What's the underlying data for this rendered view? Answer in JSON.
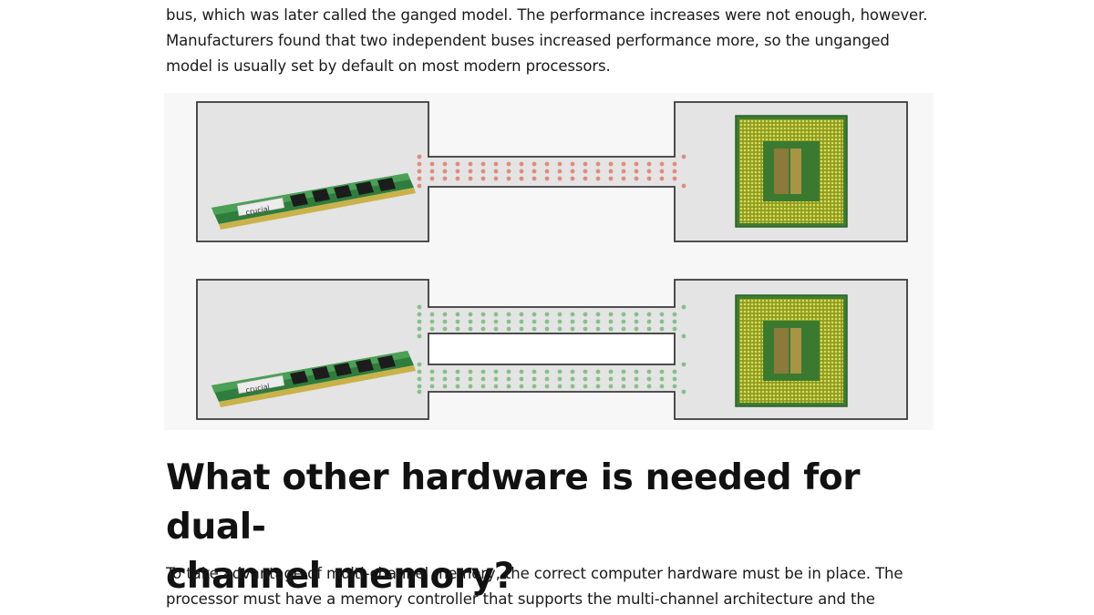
{
  "intro": {
    "line1": "bus, which was later called the ganged model. The performance increases were not enough, however.",
    "line2": "Manufacturers found that two independent buses increased performance more, so the unganged",
    "line3": "model is usually set by default on most modern processors."
  },
  "figure": {
    "ram_brand_label": "crucial",
    "single_bus_dot_color": "#e08c7c",
    "dual_bus_dot_color": "#86c08a",
    "ram_pcb_color": "#3f8f4a",
    "cpu_pad_color": "#b9c43c"
  },
  "heading": {
    "line1": "What other hardware is needed for dual-",
    "line2": "channel memory?"
  },
  "outro": {
    "line1": "To take advantage of multi-channel memory, the correct computer hardware must be in place. The",
    "line2": "processor must have a memory controller that supports the multi-channel architecture and the"
  }
}
